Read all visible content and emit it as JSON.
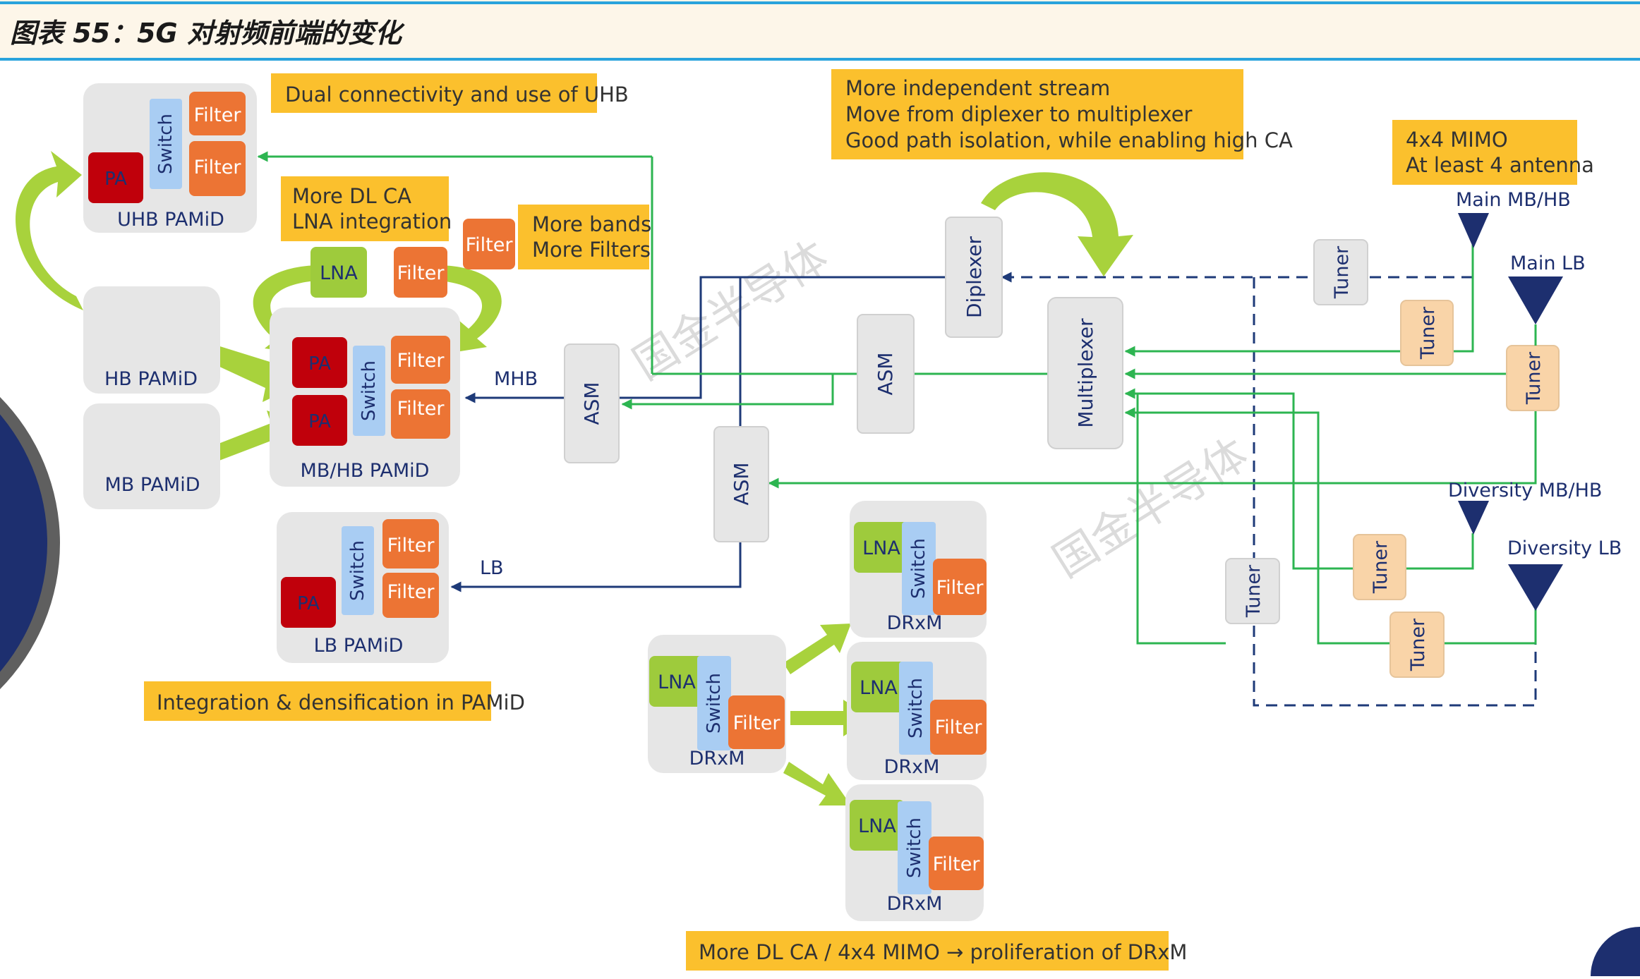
{
  "header": {
    "title": "图表 55：5G 对射频前端的变化"
  },
  "watermark": "国金半导体",
  "notes": {
    "dual": "Dual connectivity and use of UHB",
    "dlca_lines": [
      "More DL CA",
      "LNA integration"
    ],
    "bands_lines": [
      "More bands",
      "More Filters"
    ],
    "stream_lines": [
      "More independent stream",
      "Move from diplexer to multiplexer",
      "Good path isolation, while enabling high CA"
    ],
    "mimo_lines": [
      "4x4 MIMO",
      "At least 4 antenna"
    ],
    "integration": "Integration & densification in PAMiD",
    "proliferation": "More DL CA / 4x4 MIMO → proliferation of DRxM"
  },
  "labels": {
    "pa": "PA",
    "switch": "Switch",
    "filter": "Filter",
    "lna": "LNA",
    "uhb_pamid": "UHB PAMiD",
    "hb_pamid": "HB PAMiD",
    "mb_pamid": "MB PAMiD",
    "mbhb_pamid": "MB/HB PAMiD",
    "lb_pamid": "LB PAMiD",
    "drxm": "DRxM",
    "asm": "ASM",
    "diplexer": "Diplexer",
    "multiplexer": "Multiplexer",
    "tuner": "Tuner",
    "mhb": "MHB",
    "lb": "LB",
    "main_mbhb": "Main MB/HB",
    "main_lb": "Main LB",
    "div_mbhb": "Diversity MB/HB",
    "div_lb": "Diversity LB"
  },
  "colors": {
    "header_bg": "#fdf6e9",
    "header_line": "#29a3dc",
    "navy": "#1d2f6f",
    "module_bg": "#e6e6e6",
    "pa": "#c0000b",
    "filter": "#ec7434",
    "switch": "#a9cdf3",
    "lna": "#9ecb3c",
    "note": "#fbc02d",
    "tuner": "#f9d4a8",
    "green_line": "#2db551",
    "blue_line": "#1e3a78",
    "arrow_green": "#a8d23c"
  }
}
